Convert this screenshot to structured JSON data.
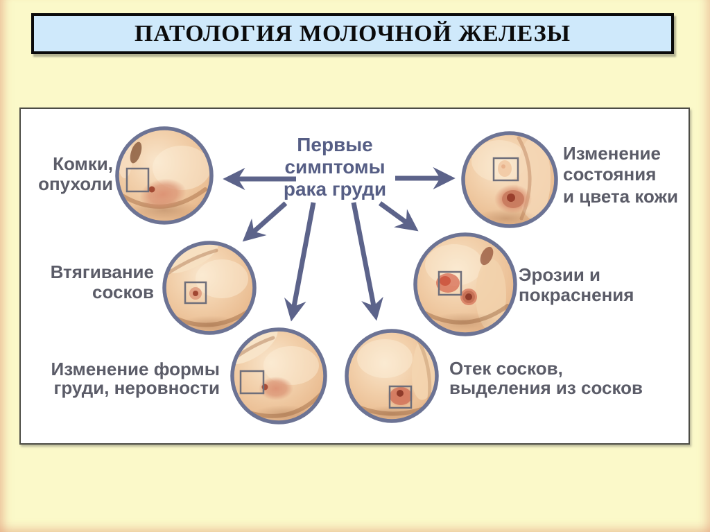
{
  "title": "ПАТОЛОГИЯ МОЛОЧНОЙ ЖЕЛЕЗЫ",
  "diagram": {
    "center_lines": [
      "Первые",
      "симптомы",
      "рака груди"
    ],
    "nodes": [
      {
        "id": "lumps",
        "label_lines": [
          "Комки,",
          "опухоли"
        ]
      },
      {
        "id": "skin-change",
        "label_lines": [
          "Изменение",
          "состояния",
          "и цвета кожи"
        ]
      },
      {
        "id": "nipple-retraction",
        "label_lines": [
          "Втягивание",
          "сосков"
        ]
      },
      {
        "id": "erosions",
        "label_lines": [
          "Эрозии и",
          "покраснения"
        ]
      },
      {
        "id": "shape-change",
        "label_lines": [
          "Изменение формы",
          "груди, неровности"
        ]
      },
      {
        "id": "nipple-discharge",
        "label_lines": [
          "Отек сосков,",
          "выделения из сосков"
        ]
      }
    ]
  },
  "colors": {
    "background": "#FBF9C9",
    "title_fill": "#CFE9FB",
    "title_border": "#0A0A0A",
    "title_text": "#0B0B0B",
    "panel_bg": "#FFFFFF",
    "panel_border": "#4C4C45",
    "arrow": "#5C638A",
    "circle_border": "#6C7394",
    "label_text": "#5B5C68",
    "central_text": "#565E85",
    "marker_border": "#6E6E7A",
    "skin": "#F2D0AB",
    "skin_shadow": "#A86E45",
    "areola": "#D98A6D",
    "nipple": "#A34A33"
  }
}
